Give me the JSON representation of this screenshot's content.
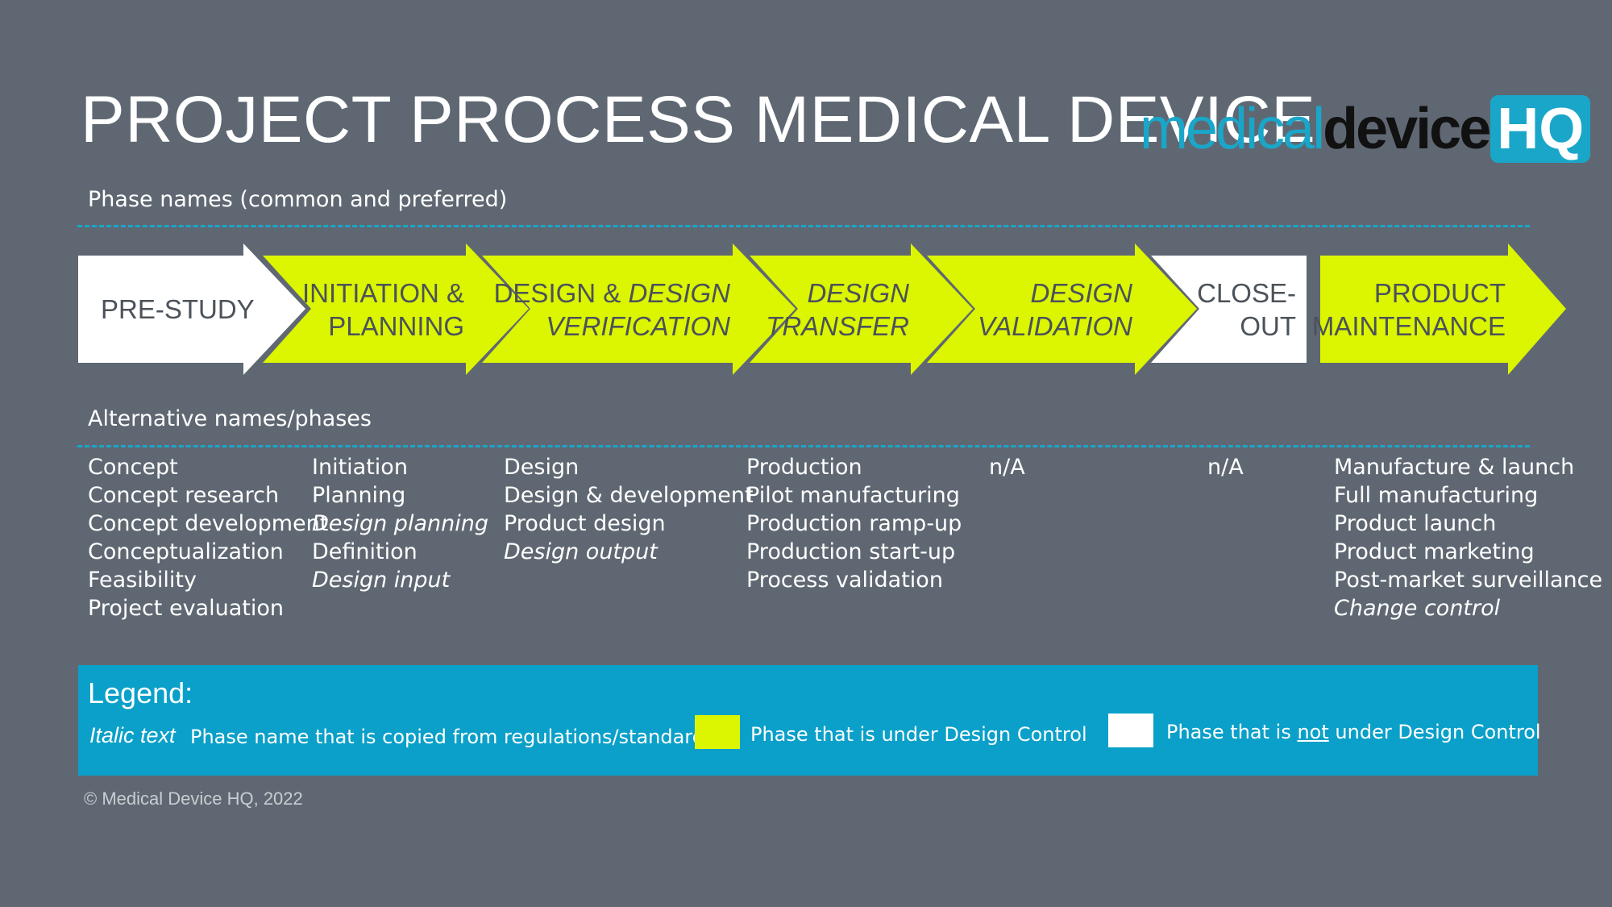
{
  "title": "PROJECT PROCESS MEDICAL DEVICE",
  "logo": {
    "part1": "medical",
    "part2": "device",
    "part3": "HQ"
  },
  "phase_section_label": "Phase names (common and preferred)",
  "phases": [
    {
      "lines": [
        "PRE-STUDY"
      ],
      "italic": [
        false
      ],
      "design_control": false
    },
    {
      "lines": [
        "INITIATION &",
        "PLANNING"
      ],
      "italic": [
        false,
        false
      ],
      "design_control": true
    },
    {
      "lines": [
        "DESIGN & DESIGN",
        "VERIFICATION"
      ],
      "italic_parts": [
        [
          {
            "t": "DESIGN & ",
            "i": false
          },
          {
            "t": "DESIGN",
            "i": true
          }
        ],
        [
          {
            "t": "VERIFICATION",
            "i": true
          }
        ]
      ],
      "design_control": true
    },
    {
      "lines": [
        "DESIGN",
        "TRANSFER"
      ],
      "italic": [
        true,
        true
      ],
      "design_control": true
    },
    {
      "lines": [
        "DESIGN",
        "VALIDATION"
      ],
      "italic": [
        true,
        true
      ],
      "design_control": true
    },
    {
      "lines": [
        "CLOSE-",
        "OUT"
      ],
      "italic": [
        false,
        false
      ],
      "design_control": false
    },
    {
      "lines": [
        "PRODUCT",
        "MAINTENANCE"
      ],
      "italic": [
        false,
        false
      ],
      "design_control": true
    }
  ],
  "alt_section_label": "Alternative names/phases",
  "alternatives": [
    [
      {
        "t": "Concept",
        "i": false
      },
      {
        "t": "Concept research",
        "i": false
      },
      {
        "t": "Concept development",
        "i": false
      },
      {
        "t": "Conceptualization",
        "i": false
      },
      {
        "t": "Feasibility",
        "i": false
      },
      {
        "t": "Project evaluation",
        "i": false
      }
    ],
    [
      {
        "t": "Initiation",
        "i": false
      },
      {
        "t": "Planning",
        "i": false
      },
      {
        "t": "Design planning",
        "i": true
      },
      {
        "t": "Definition",
        "i": false
      },
      {
        "t": "Design input",
        "i": true
      }
    ],
    [
      {
        "t": "Design",
        "i": false
      },
      {
        "t": "Design & development",
        "i": false
      },
      {
        "t": "Product design",
        "i": false
      },
      {
        "t": "Design output",
        "i": true
      }
    ],
    [
      {
        "t": "Production",
        "i": false
      },
      {
        "t": "Pilot manufacturing",
        "i": false
      },
      {
        "t": "Production ramp-up",
        "i": false
      },
      {
        "t": "Production start-up",
        "i": false
      },
      {
        "t": "Process validation",
        "i": false
      }
    ],
    [
      {
        "t": "n/A",
        "i": false
      }
    ],
    [
      {
        "t": "n/A",
        "i": false
      }
    ],
    [
      {
        "t": "Manufacture & launch",
        "i": false
      },
      {
        "t": "Full manufacturing",
        "i": false
      },
      {
        "t": "Product launch",
        "i": false
      },
      {
        "t": "Product marketing",
        "i": false
      },
      {
        "t": "Post-market surveillance",
        "i": false
      },
      {
        "t": "Change control",
        "i": true
      }
    ]
  ],
  "legend": {
    "title": "Legend:",
    "italic_key": "Italic text",
    "italic_desc": "Phase name that is copied from regulations/standards",
    "green_desc": "Phase that is under Design Control",
    "white_desc_prefix": "Phase that is ",
    "white_desc_emph": "not",
    "white_desc_suffix": " under Design Control"
  },
  "colors": {
    "background": "#5f6872",
    "design_control": "#dcf500",
    "not_design_control": "#ffffff",
    "accent": "#1aa6c9",
    "legend_bg": "#0aa0c9",
    "phase_text": "#4b525a"
  },
  "copyright": "© Medical Device HQ, 2022"
}
